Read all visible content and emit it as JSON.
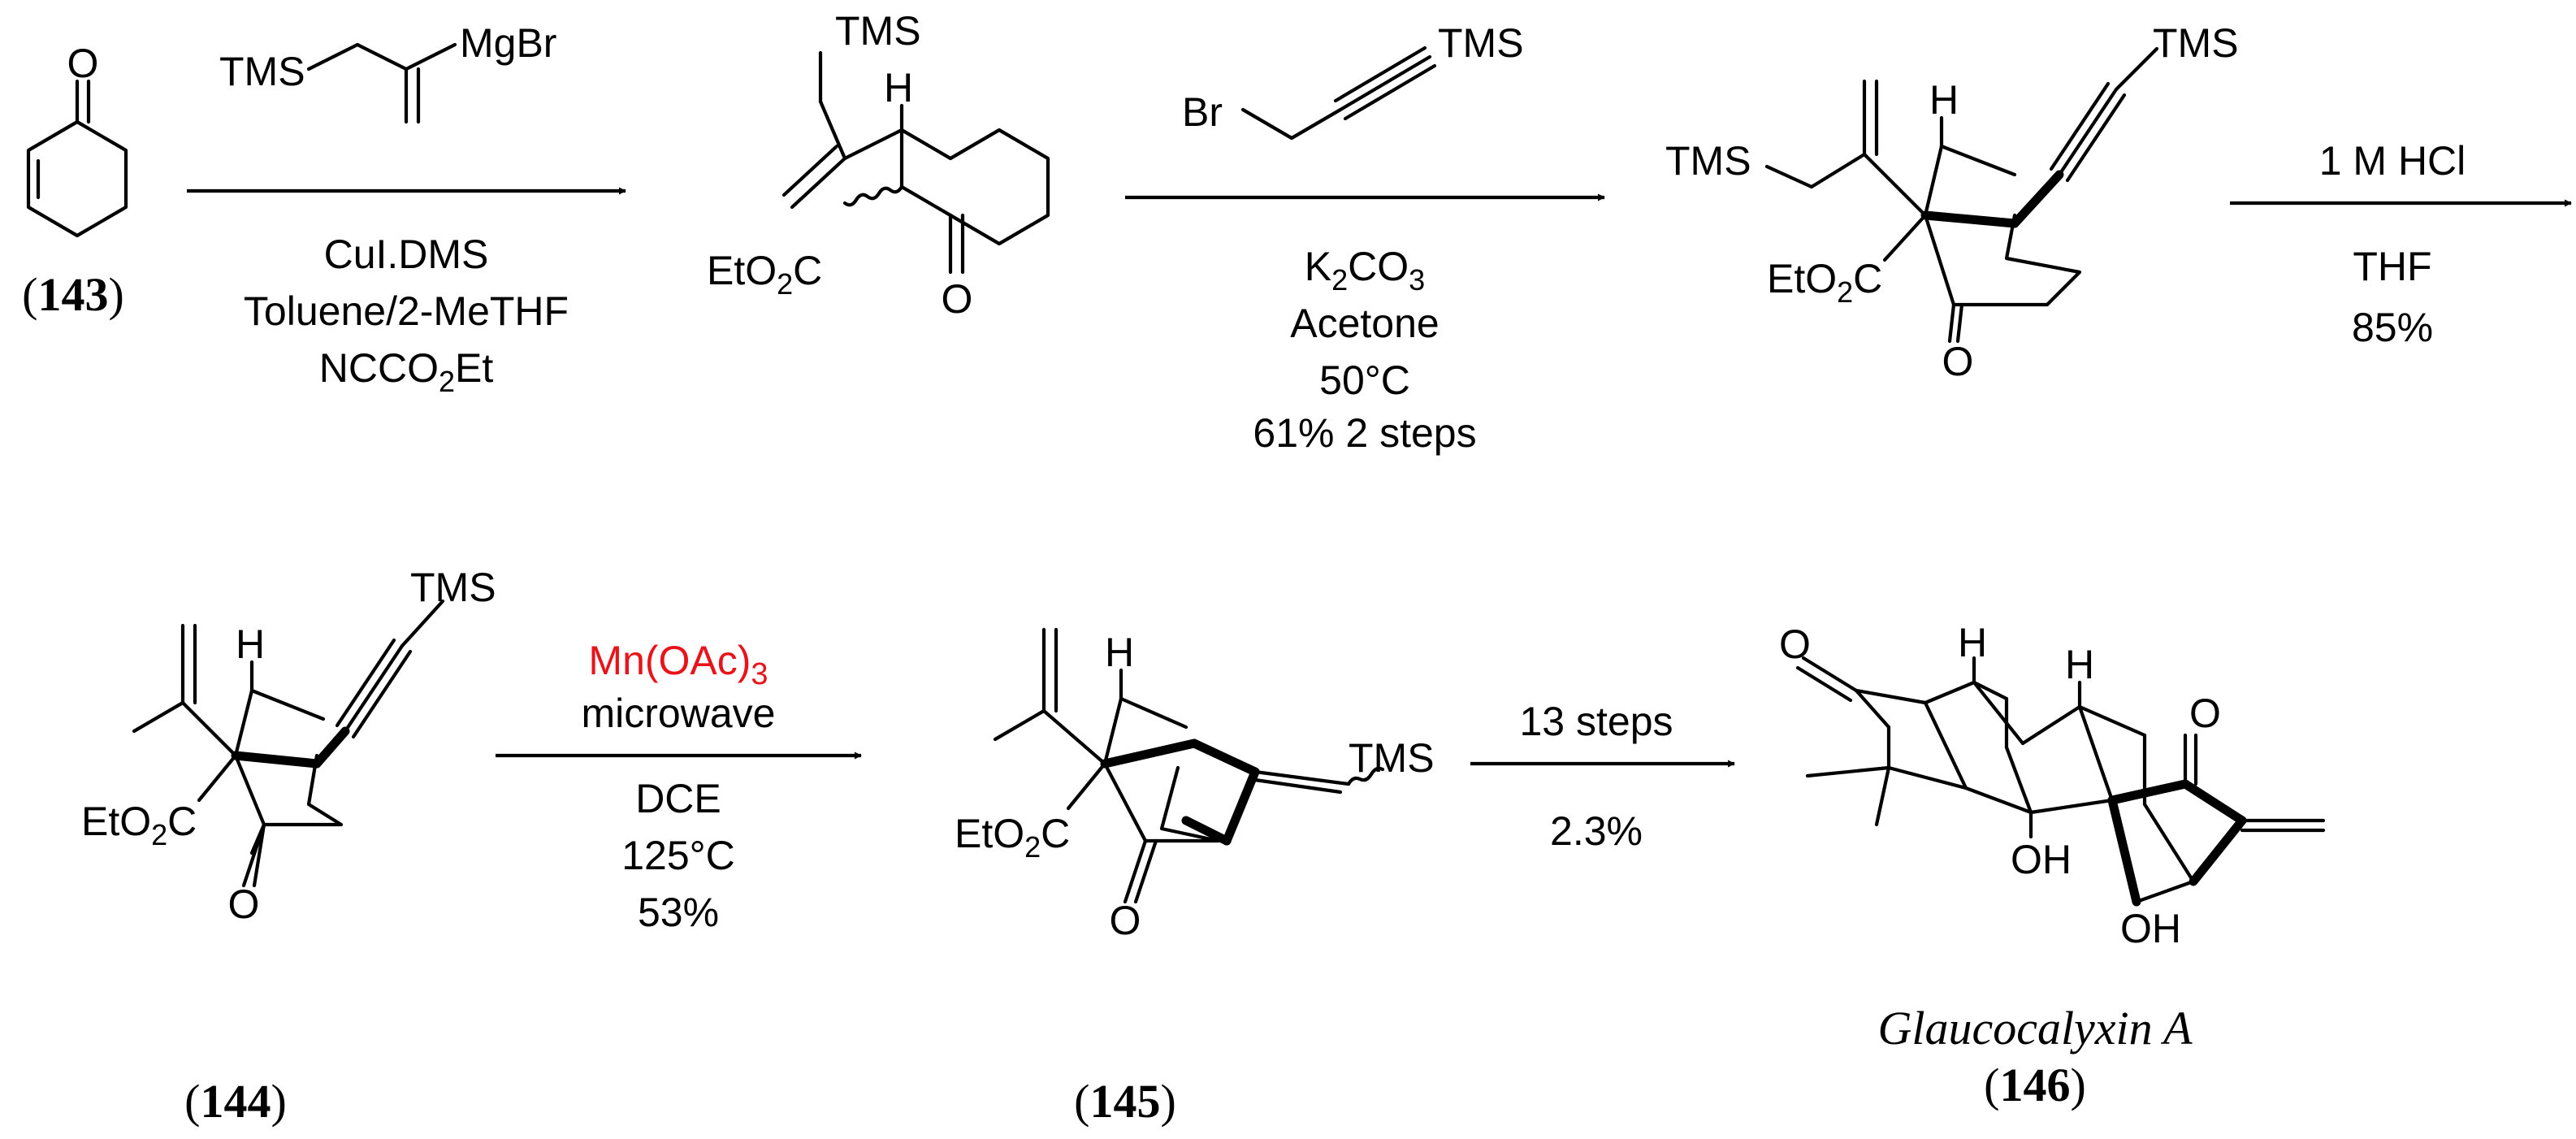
{
  "compounds": {
    "c143": {
      "number": "143",
      "o": "O"
    },
    "intermediate1": {
      "tms": "TMS",
      "h": "H",
      "eto2c": "EtO2C",
      "o": "O"
    },
    "intermediate2": {
      "tms_left": "TMS",
      "tms_right": "TMS",
      "h": "H",
      "eto2c": "EtO2C",
      "o": "O"
    },
    "c144": {
      "number": "144",
      "tms": "TMS",
      "h": "H",
      "eto2c": "EtO2C",
      "o": "O"
    },
    "c145": {
      "number": "145",
      "tms": "TMS",
      "h": "H",
      "eto2c": "EtO2C",
      "o": "O"
    },
    "c146": {
      "number": "146",
      "name": "Glaucocalyxin A",
      "o_left": "O",
      "o_right": "O",
      "h_left": "H",
      "h_right": "H",
      "oh1": "OH",
      "oh2": "OH"
    }
  },
  "reagents": {
    "step1": {
      "grignard_tms": "TMS",
      "grignard_mgbr": "MgBr",
      "conditions": [
        "CuI.DMS",
        "Toluene/2-MeTHF",
        "NCCO2Et"
      ]
    },
    "step2": {
      "bromide_br": "Br",
      "bromide_tms": "TMS",
      "conditions": [
        "K2CO3",
        "Acetone",
        "50°C",
        "61% 2 steps"
      ]
    },
    "step3": {
      "conditions_above": [
        "1 M HCl"
      ],
      "conditions_below": [
        "THF",
        "85%"
      ]
    },
    "step4": {
      "conditions_above": [
        "Mn(OAc)3",
        "microwave"
      ],
      "conditions_below": [
        "DCE",
        "125°C",
        "53%"
      ],
      "highlight_color": "#e8141b"
    },
    "step5": {
      "conditions_above": [
        "13 steps"
      ],
      "conditions_below": [
        "2.3%"
      ]
    }
  }
}
